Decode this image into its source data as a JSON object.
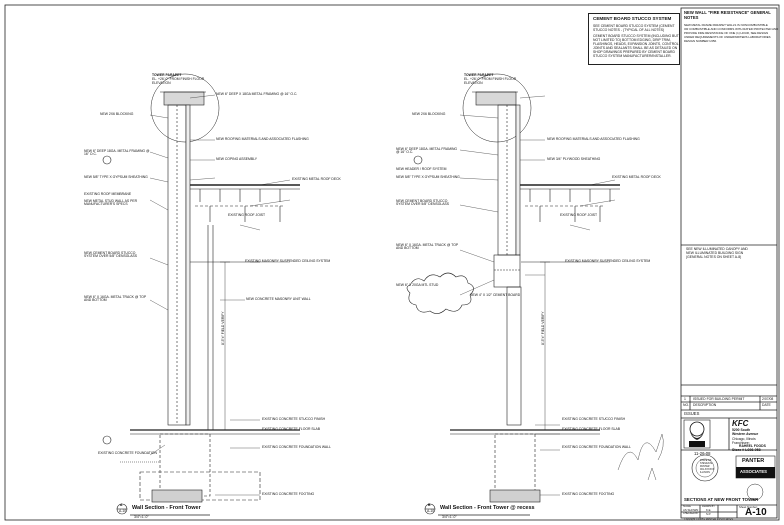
{
  "note_box": {
    "title": "CEMENT BOARD STUCCO SYSTEM",
    "lines": [
      "SEE CEMENT BOARD STUCCO SYSTEM (CEMENT",
      "STUCCO NOTES - (TYPICAL OF ALL NOTES)",
      "CEMENT BOARD STUCCO SYSTEM (INCLUDING BUT",
      "NOT LIMITED TO) BOTTOM EDGING, DRIP TRIM,",
      "FLASHINGS, HEADS, EXPANSION JOINTS, CONTROL",
      "JOINTS AND SEALANTS SHALL BE AS DETAILED ON",
      "SHOP DRAWINGS PREPARED BY CEMENT BOARD",
      "STUCCO SYSTEM MANUFACTURER/INSTALLER."
    ]
  },
  "titleblock": {
    "general_notes_title": "NEW WALL \"FIRE RESISTANCE\" GENERAL NOTES",
    "general_notes_lines": [
      "NEW METAL FRAME PARAPET WALLS IS NONCOMBUSTIBLE",
      "OR COMBUSTIBLE AND CONFORMS WITH RATED PROTECTED AND",
      "PROVIDE FIRE RESISTANCE OF ONE (1) HOUR, SEE DESIGN",
      "UNDER REQUIREMENTS OF UNDERWRITERS LABORATORIES",
      "DESIGN NUMBER U356."
    ],
    "note_lines": [
      "SEE NEW ILLUMINATED CANOPY AND",
      "NEW ILLUMINATED BUILDING SIGN",
      "(GENERAL NOTES ON SHEET A-8)"
    ],
    "rev_row": {
      "num": "1",
      "desc": "ISSUED FOR BUILDING PERMIT",
      "date": "2/07/08"
    },
    "rev_header": {
      "num": "NO.",
      "desc": "DESCRIPTION",
      "date": "DATE"
    },
    "issues_label": "ISSUES",
    "client": {
      "logo": "KFC",
      "address_1": "5200 South",
      "address_2": "Western Avenue",
      "city": "Chicago, Illinois",
      "franchisee_label": "Franchisee:",
      "franchisee": "RAHEEL FOODS",
      "store": "Store # L698-058"
    },
    "stamp_date": "11-26-08",
    "seal_lines": [
      "STATE OF",
      "STEVEN M.",
      "PANTER",
      "001-XXXXXX",
      "ILLINOIS"
    ],
    "firm": {
      "name_1": "PANTER",
      "name_2": "ASSOCIATES"
    },
    "sheet_title": "SECTIONS AT NEW FRONT TOWER",
    "meta_labels": {
      "scale": "SCALE",
      "drawn": "DRAWN BY",
      "checked": "CHECKED BY",
      "sheet_number": "Sheet Number:"
    },
    "meta_values": {
      "scale": "AS SHOWN",
      "drawn": "K.E.",
      "checked": "S.P."
    },
    "sheet_number": "A-10",
    "copyright": "Copyright ©2008 • PANTER ASSOCIATES"
  },
  "sections": [
    {
      "title": "Wall Section - Front Tower",
      "scale": "3/4\"=1'-0\"",
      "marker_letter": "A",
      "marker_sheet": "A-10",
      "top_callout": [
        "TOWER PARAPET",
        "EL. +26'-0\" FROM FINISH FLOOR",
        "ELEVATION"
      ],
      "height_dim": "8'-5\"±\" FIELD VERIFY",
      "left_notes": [
        "NEW 2X6 BLOCKING",
        "NEW 6\" DEEP 18GA. METAL FRAMING @ 16\" O.C.",
        "NEW 5/8\" TYPE X GYPSUM SHEATHING",
        "EXISTING ROOF MEMBRANE",
        "NEW METAL STUD WALL AS PER MANUFACTURER'S SPECS",
        "NEW CEMENT BOARD STUCCO SYSTEM OVER 5/8\" DENSGLASS",
        "NEW 6\" X 16GA. METAL TRACK @ TOP AND BOTTOM",
        "EXISTING CONCRETE FOUNDATION"
      ],
      "right_notes": [
        "NEW 6\" DEEP X 18GA METAL FRAMING @ 16\" O.C.",
        "NEW ROOFING MATERIALS AND ASSOCIATED FLASHING",
        "NEW COPING ASSEMBLY",
        "EXISTING METAL ROOF DECK",
        "EXISTING ROOF JOIST",
        "EXISTING MASONRY SUSPENDED CEILING SYSTEM",
        "NEW CONCRETE MASONRY UNIT WALL",
        "EXISTING CONCRETE STUCCO FINISH",
        "EXISTING CONCRETE FLOOR SLAB",
        "EXISTING CONCRETE FOUNDATION WALL",
        "EXISTING CONCRETE FOOTING"
      ]
    },
    {
      "title": "Wall Section - Front Tower @ recess",
      "scale": "3/4\"=1'-0\"",
      "marker_letter": "B",
      "marker_sheet": "A-10",
      "top_callout": [
        "TOWER PARAPET",
        "EL. +26'-0\" FROM FINISH FLOOR",
        "ELEVATION"
      ],
      "height_dim": "8'-5\"±\" FIELD VERIFY",
      "left_notes": [
        "NEW 2X6 BLOCKING",
        "NEW 6\" DEEP 18GA. METAL FRAMING @ 16\" O.C.",
        "NEW HEADER / ROOF SYSTEM",
        "NEW 5/8\" TYPE X GYPSUM SHEATHING",
        "NEW CEMENT BOARD STUCCO SYSTEM OVER 5/8\" DENSGLASS",
        "NEW 6\" X 16GA. METAL TRACK @ TOP AND BOTTOM",
        "NEW 6\" X 20GA MTL STUD",
        "NEW 4\" X 1/2\" CEMENT BOARD"
      ],
      "right_notes": [
        "NEW ROOFING MATERIALS AND ASSOCIATED FLASHING",
        "NEW 3/4\" PLYWOOD SHEATHING",
        "EXISTING METAL ROOF DECK",
        "EXISTING ROOF JOIST",
        "EXISTING MASONRY SUSPENDED CEILING SYSTEM",
        "EXISTING CONCRETE STUCCO FINISH",
        "EXISTING CONCRETE FLOOR SLAB",
        "EXISTING CONCRETE FOUNDATION WALL",
        "EXISTING CONCRETE FOOTING"
      ]
    }
  ]
}
